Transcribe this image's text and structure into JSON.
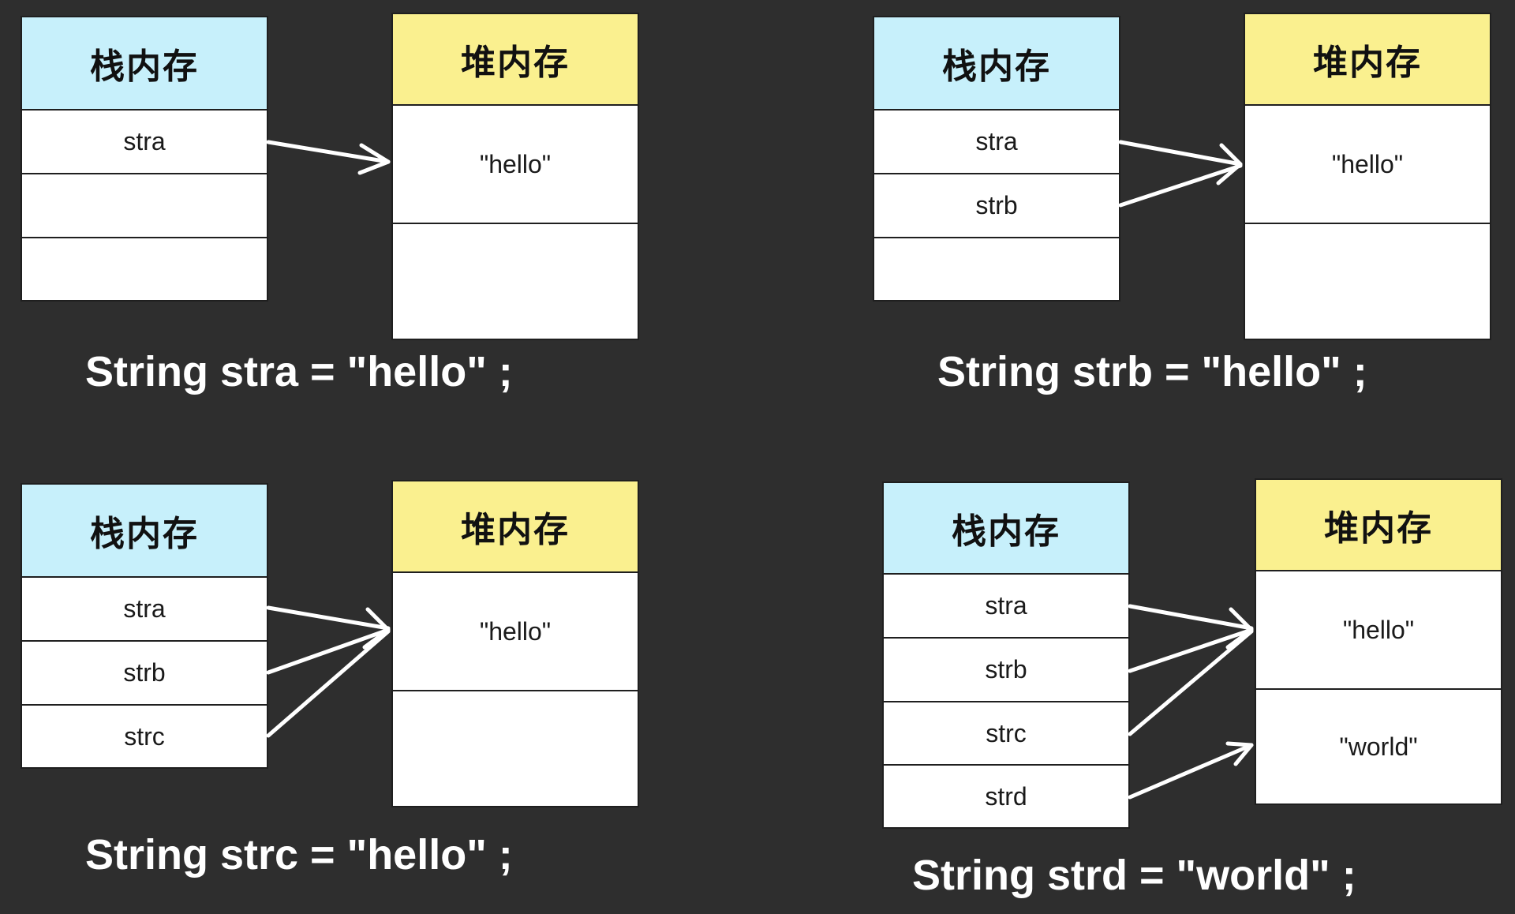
{
  "colors": {
    "background": "#2e2e2e",
    "stack_header": "#c7f0fb",
    "heap_header": "#faf08f",
    "arrow": "#ffffff"
  },
  "panels": [
    {
      "stack_title": "栈内存",
      "heap_title": "堆内存",
      "stack_cells": [
        "stra",
        "",
        ""
      ],
      "heap_cells": [
        "\"hello\"",
        ""
      ],
      "caption": "String stra = \"hello\" ;"
    },
    {
      "stack_title": "栈内存",
      "heap_title": "堆内存",
      "stack_cells": [
        "stra",
        "strb",
        ""
      ],
      "heap_cells": [
        "\"hello\"",
        ""
      ],
      "caption": "String strb = \"hello\" ;"
    },
    {
      "stack_title": "栈内存",
      "heap_title": "堆内存",
      "stack_cells": [
        "stra",
        "strb",
        "strc"
      ],
      "heap_cells": [
        "\"hello\"",
        ""
      ],
      "caption": "String strc = \"hello\" ;"
    },
    {
      "stack_title": "栈内存",
      "heap_title": "堆内存",
      "stack_cells": [
        "stra",
        "strb",
        "strc",
        "strd"
      ],
      "heap_cells": [
        "\"hello\"",
        "\"world\""
      ],
      "caption": "String strd = \"world\" ;"
    }
  ]
}
